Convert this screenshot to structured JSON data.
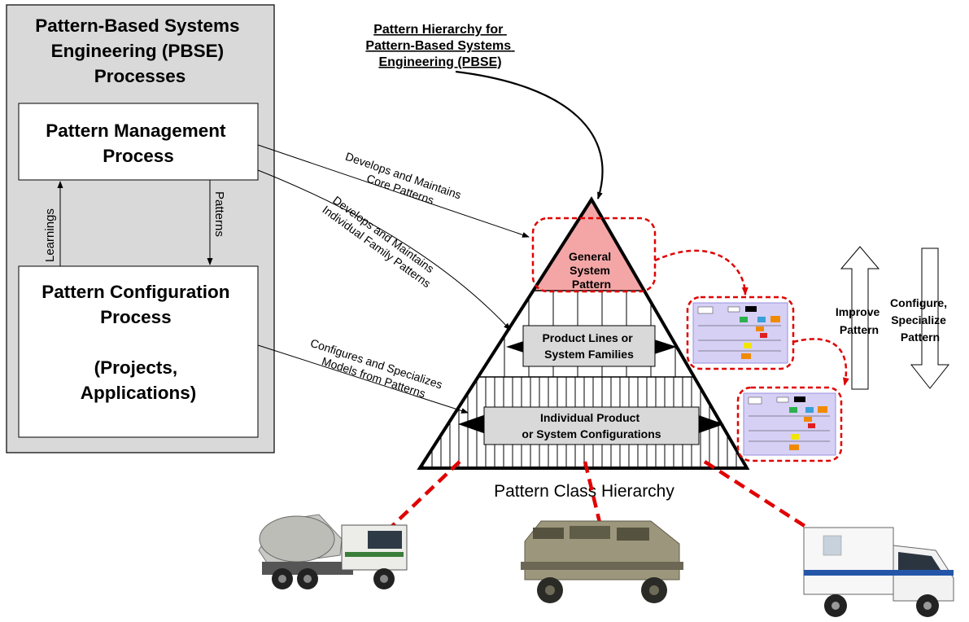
{
  "title_lines": [
    "Pattern Hierarchy for",
    "Pattern-Based Systems",
    "Engineering (PBSE)"
  ],
  "processes_panel": {
    "heading_lines": [
      "Pattern-Based Systems",
      "Engineering (PBSE)",
      "Processes"
    ],
    "management_lines": [
      "Pattern Management",
      "Process"
    ],
    "configuration_lines": [
      "Pattern Configuration",
      "Process",
      "",
      "(Projects,",
      "Applications)"
    ],
    "learnings": "Learnings",
    "patterns": "Patterns"
  },
  "connectors": {
    "core": [
      "Develops and Maintains",
      "Core Patterns"
    ],
    "family": [
      "Develops and Maintains",
      "Individual Family Patterns"
    ],
    "configure": [
      "Configures and Specializes",
      "Models from Patterns"
    ]
  },
  "pyramid": {
    "top_lines": [
      "General",
      "System",
      "Pattern"
    ],
    "middle_lines": [
      "Product Lines or",
      "System Families"
    ],
    "bottom_lines": [
      "Individual Product",
      "or System Configurations"
    ],
    "caption": "Pattern Class Hierarchy"
  },
  "side_arrows": {
    "improve_lines": [
      "Improve",
      "Pattern"
    ],
    "configure_lines": [
      "Configure,",
      "Specialize",
      "Pattern"
    ]
  },
  "vehicles": [
    "cement-mixer-truck",
    "armored-vehicle",
    "ambulance"
  ],
  "colors": {
    "panel_bg": "#d9d9d9",
    "pyramid_top_fill": "#f4a6a6",
    "callout_dash": "#e00000",
    "model_bg": "#d6d0f5"
  }
}
